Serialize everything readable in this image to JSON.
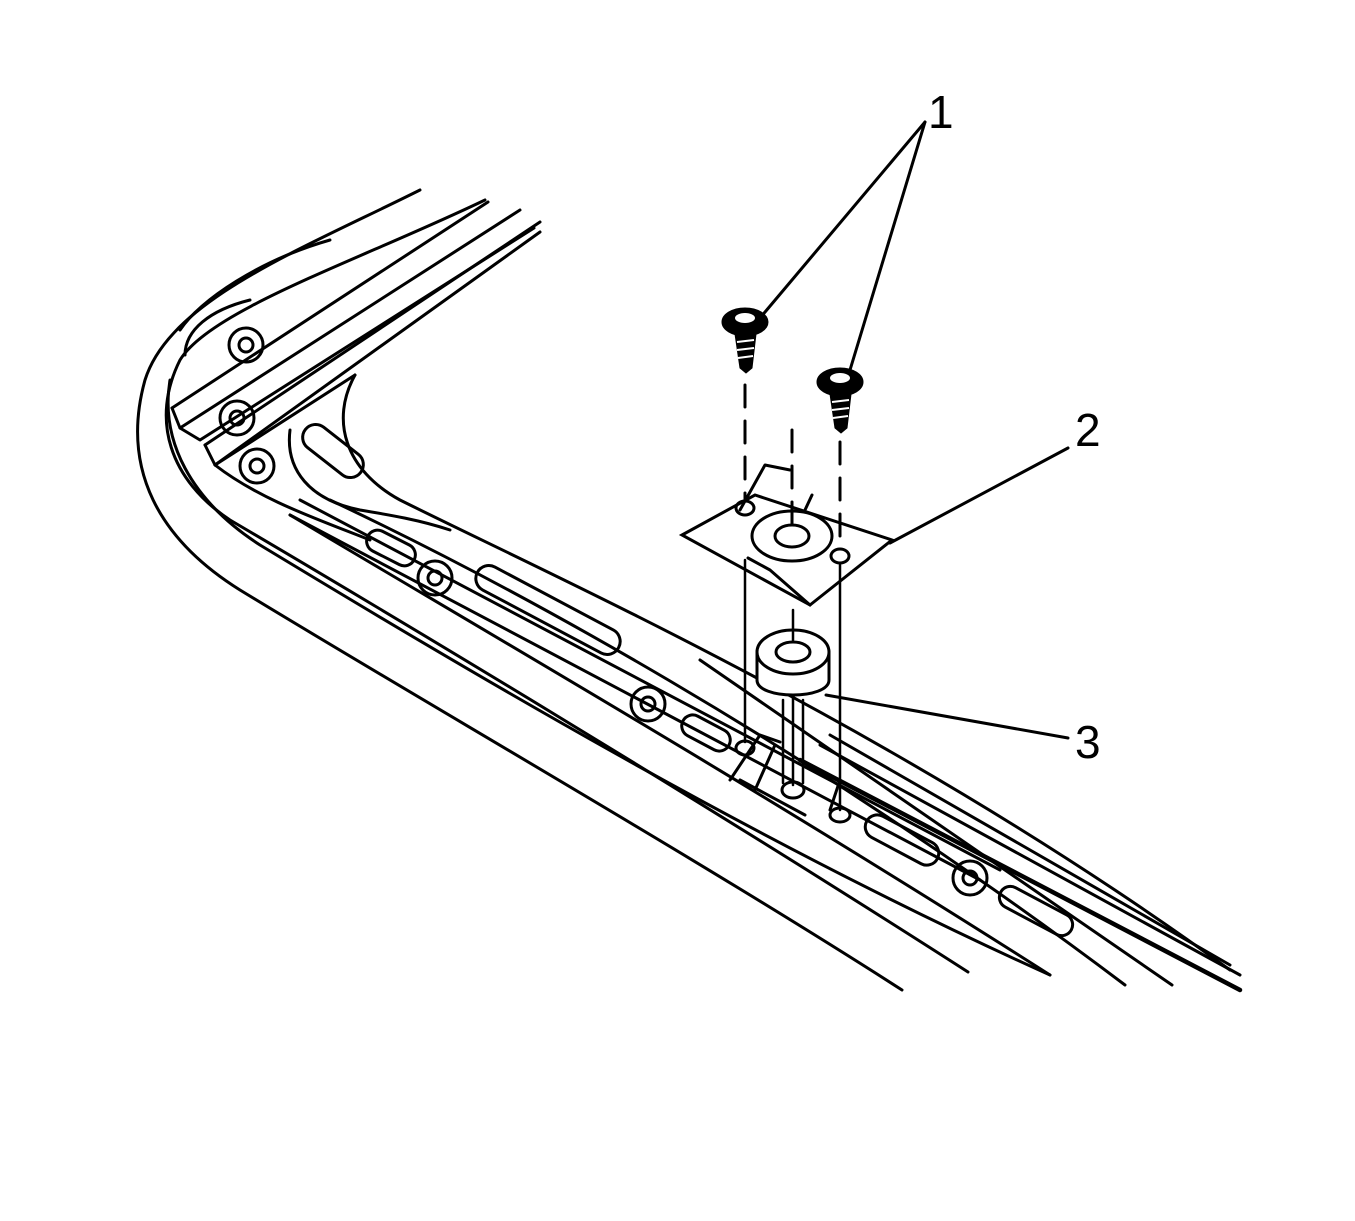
{
  "callouts": [
    {
      "id": "fastener",
      "label": "1"
    },
    {
      "id": "bracket",
      "label": "2"
    },
    {
      "id": "spacer",
      "label": "3"
    }
  ],
  "colors": {
    "line": "#000000",
    "background": "#ffffff"
  }
}
